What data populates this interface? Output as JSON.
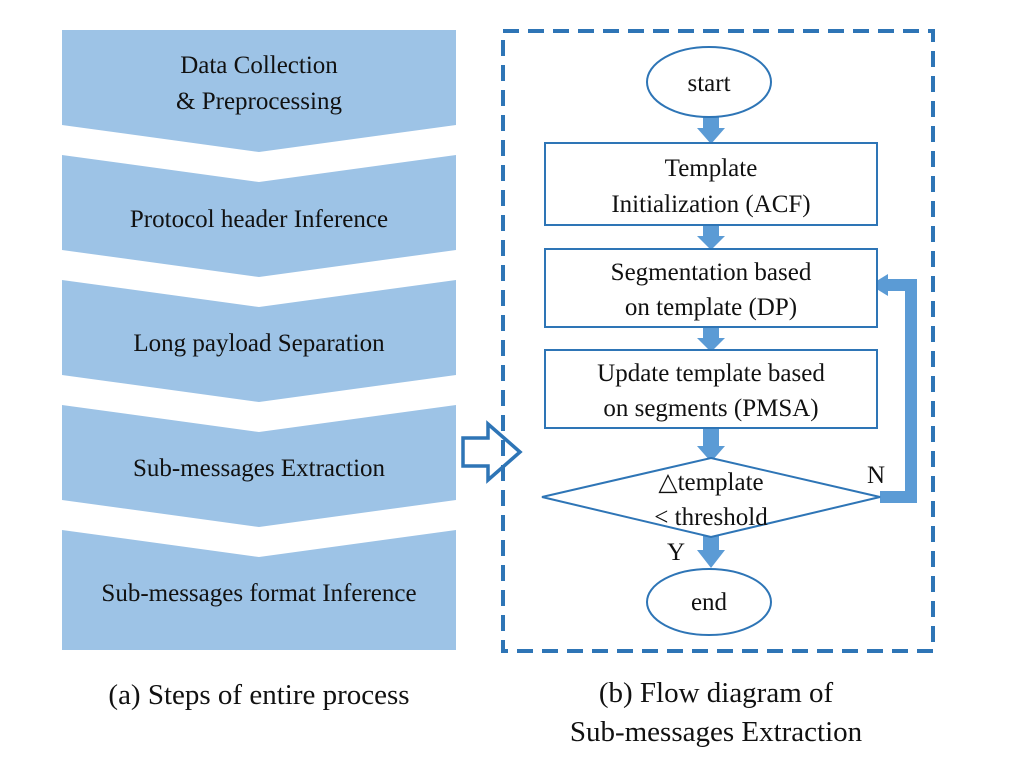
{
  "colors": {
    "step_fill": "#9dc3e6",
    "flow_stroke": "#2e75b6",
    "arrow_fill": "#5b9bd5",
    "text": "#111111"
  },
  "steps": [
    {
      "lines": [
        "Data Collection",
        "& Preprocessing"
      ]
    },
    {
      "lines": [
        "Protocol header Inference"
      ]
    },
    {
      "lines": [
        "Long payload Separation"
      ]
    },
    {
      "lines": [
        "Sub-messages Extraction"
      ]
    },
    {
      "lines": [
        "Sub-messages format Inference"
      ]
    }
  ],
  "flow": {
    "start": "start",
    "template_init": [
      "Template",
      "Initialization (ACF)"
    ],
    "segmentation": [
      "Segmentation based",
      "on template (DP)"
    ],
    "update": [
      "Update template based",
      "on segments (PMSA)"
    ],
    "decision": [
      "△template",
      "< threshold"
    ],
    "label_no": "N",
    "label_yes": "Y",
    "end": "end"
  },
  "captions": {
    "left": "(a) Steps of entire process",
    "right": [
      "(b) Flow diagram of",
      "Sub-messages Extraction"
    ]
  }
}
